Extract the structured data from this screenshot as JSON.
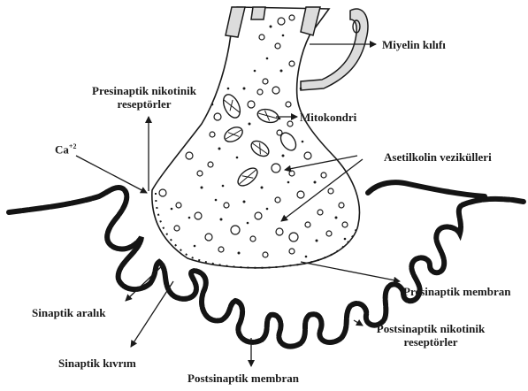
{
  "labels": {
    "myelin": "Miyelin kılıfı",
    "presyn_receptors_l1": "Presinaptik nikotinik",
    "presyn_receptors_l2": "reseptörler",
    "mitochondria": "Mitokondri",
    "calcium": "Ca",
    "calcium_charge": "+2",
    "ach_vesicles": "Asetilkolin vezikülleri",
    "presyn_membrane": "Presinaptik membran",
    "synaptic_cleft": "Sinaptik aralık",
    "postsyn_receptors_l1": "Postsinaptik nikotinik",
    "postsyn_receptors_l2": "reseptörler",
    "synaptic_fold": "Sinaptik kıvrım",
    "postsyn_membrane": "Postsinaptik membran"
  }
}
